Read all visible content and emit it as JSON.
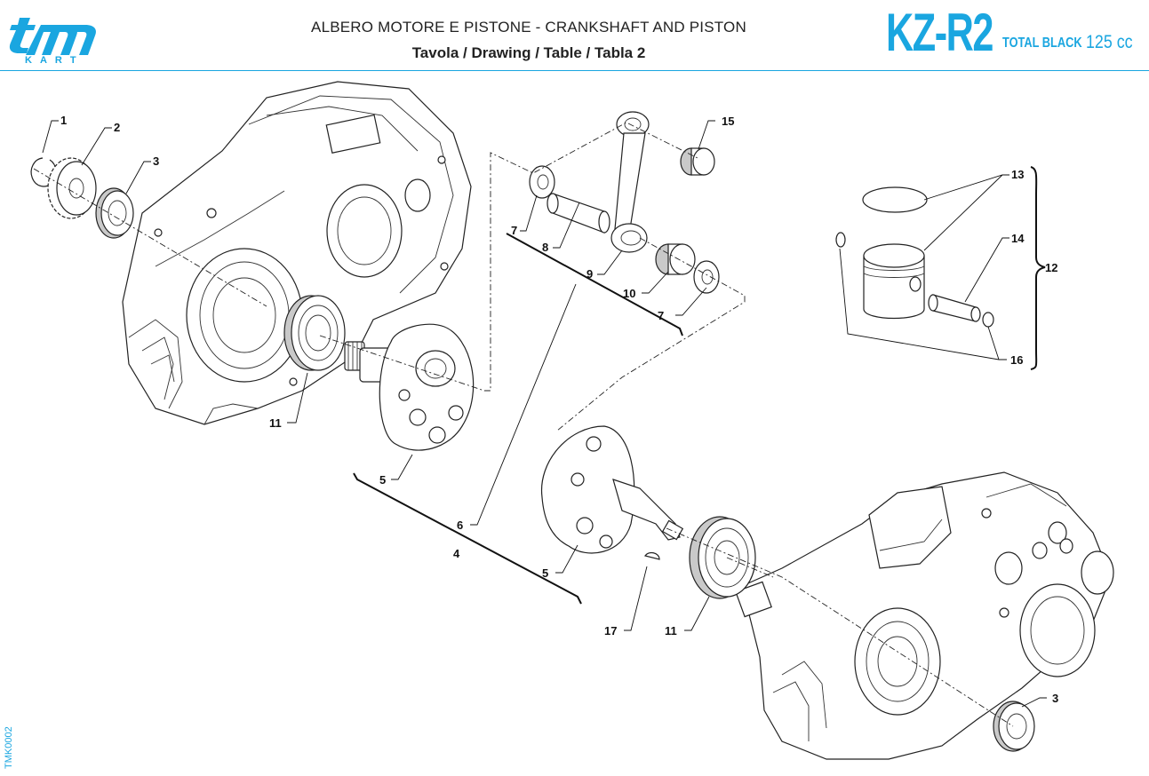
{
  "header": {
    "title_line1": "ALBERO MOTORE E PISTONE  - CRANKSHAFT AND PISTON",
    "title_line2": "Tavola / Drawing / Table  / Tabla  2",
    "model": "KZ-R2",
    "variant": "TOTAL BLACK",
    "displacement": "125 cc",
    "logo_letters": "tm",
    "logo_sub": "KART",
    "accent_color": "#1aa6e0"
  },
  "drawing_code": "TMK0002",
  "callouts": [
    {
      "id": "c1",
      "label": "1"
    },
    {
      "id": "c2",
      "label": "2"
    },
    {
      "id": "c3a",
      "label": "3"
    },
    {
      "id": "c3b",
      "label": "3"
    },
    {
      "id": "c4",
      "label": "4"
    },
    {
      "id": "c5a",
      "label": "5"
    },
    {
      "id": "c5b",
      "label": "5"
    },
    {
      "id": "c6",
      "label": "6"
    },
    {
      "id": "c7a",
      "label": "7"
    },
    {
      "id": "c7b",
      "label": "7"
    },
    {
      "id": "c8",
      "label": "8"
    },
    {
      "id": "c9",
      "label": "9"
    },
    {
      "id": "c10",
      "label": "10"
    },
    {
      "id": "c11a",
      "label": "11"
    },
    {
      "id": "c11b",
      "label": "11"
    },
    {
      "id": "c12",
      "label": "12"
    },
    {
      "id": "c13",
      "label": "13"
    },
    {
      "id": "c14",
      "label": "14"
    },
    {
      "id": "c15",
      "label": "15"
    },
    {
      "id": "c16",
      "label": "16"
    },
    {
      "id": "c17",
      "label": "17"
    }
  ]
}
